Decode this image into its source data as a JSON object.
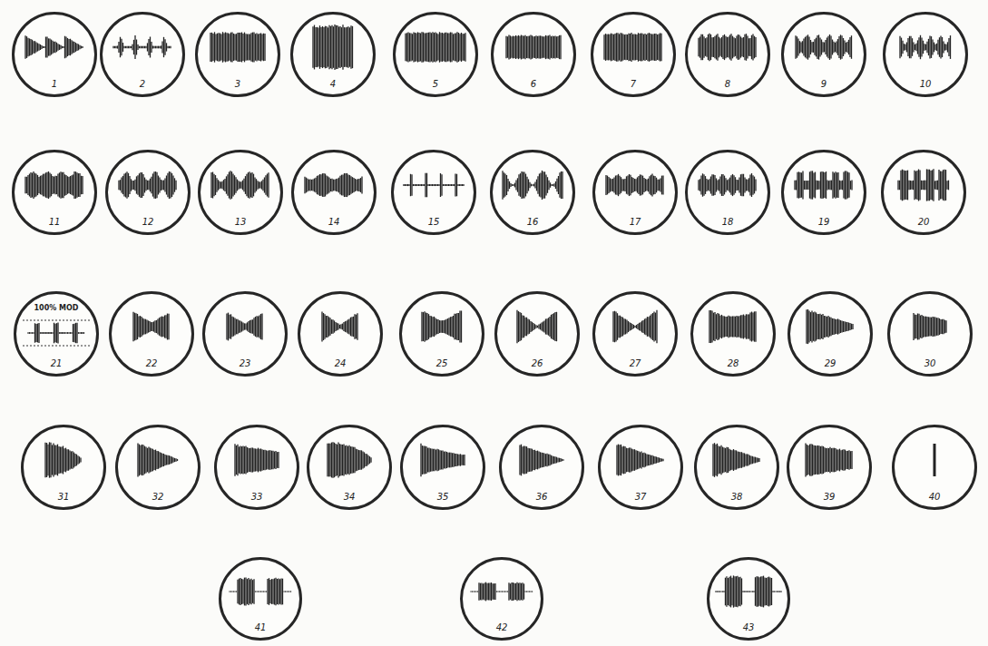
{
  "diagram": {
    "nodes": [
      {
        "text": [
          "1"
        ]
      },
      {
        "text": [
          "2"
        ]
      },
      {
        "text": [
          "3"
        ]
      },
      {
        "text": [
          "4"
        ]
      },
      {
        "text": [
          "5"
        ]
      },
      {
        "text": [
          "6"
        ]
      },
      {
        "text": [
          "7"
        ]
      },
      {
        "text": [
          "8"
        ]
      },
      {
        "text": [
          "9"
        ]
      },
      {
        "text": [
          "10"
        ]
      },
      {
        "text": [
          "11"
        ]
      },
      {
        "text": [
          "12"
        ]
      },
      {
        "text": [
          "13"
        ]
      },
      {
        "text": [
          "14"
        ]
      },
      {
        "text": [
          "15"
        ]
      },
      {
        "text": [
          "16"
        ]
      },
      {
        "text": [
          "17"
        ]
      },
      {
        "text": [
          "18"
        ]
      },
      {
        "text": [
          "19"
        ]
      },
      {
        "text": [
          "20"
        ]
      },
      {
        "text": [
          "100% MOD",
          "21"
        ]
      },
      {
        "text": [
          "22"
        ]
      },
      {
        "text": [
          "23"
        ]
      },
      {
        "text": [
          "24"
        ]
      },
      {
        "text": [
          "25"
        ]
      },
      {
        "text": [
          "26"
        ]
      },
      {
        "text": [
          "27"
        ]
      },
      {
        "text": [
          "28"
        ]
      },
      {
        "text": [
          "29"
        ]
      },
      {
        "text": [
          "30"
        ]
      },
      {
        "text": [
          "31"
        ]
      },
      {
        "text": [
          "32"
        ]
      },
      {
        "text": [
          "33"
        ]
      },
      {
        "text": [
          "34"
        ]
      },
      {
        "text": [
          "35"
        ]
      },
      {
        "text": [
          "36"
        ]
      },
      {
        "text": [
          "37"
        ]
      },
      {
        "text": [
          "38"
        ]
      },
      {
        "text": [
          "39"
        ]
      },
      {
        "text": [
          "40"
        ]
      },
      {
        "text": [
          "41"
        ]
      },
      {
        "text": [
          "42"
        ]
      },
      {
        "text": [
          "43"
        ]
      }
    ]
  }
}
